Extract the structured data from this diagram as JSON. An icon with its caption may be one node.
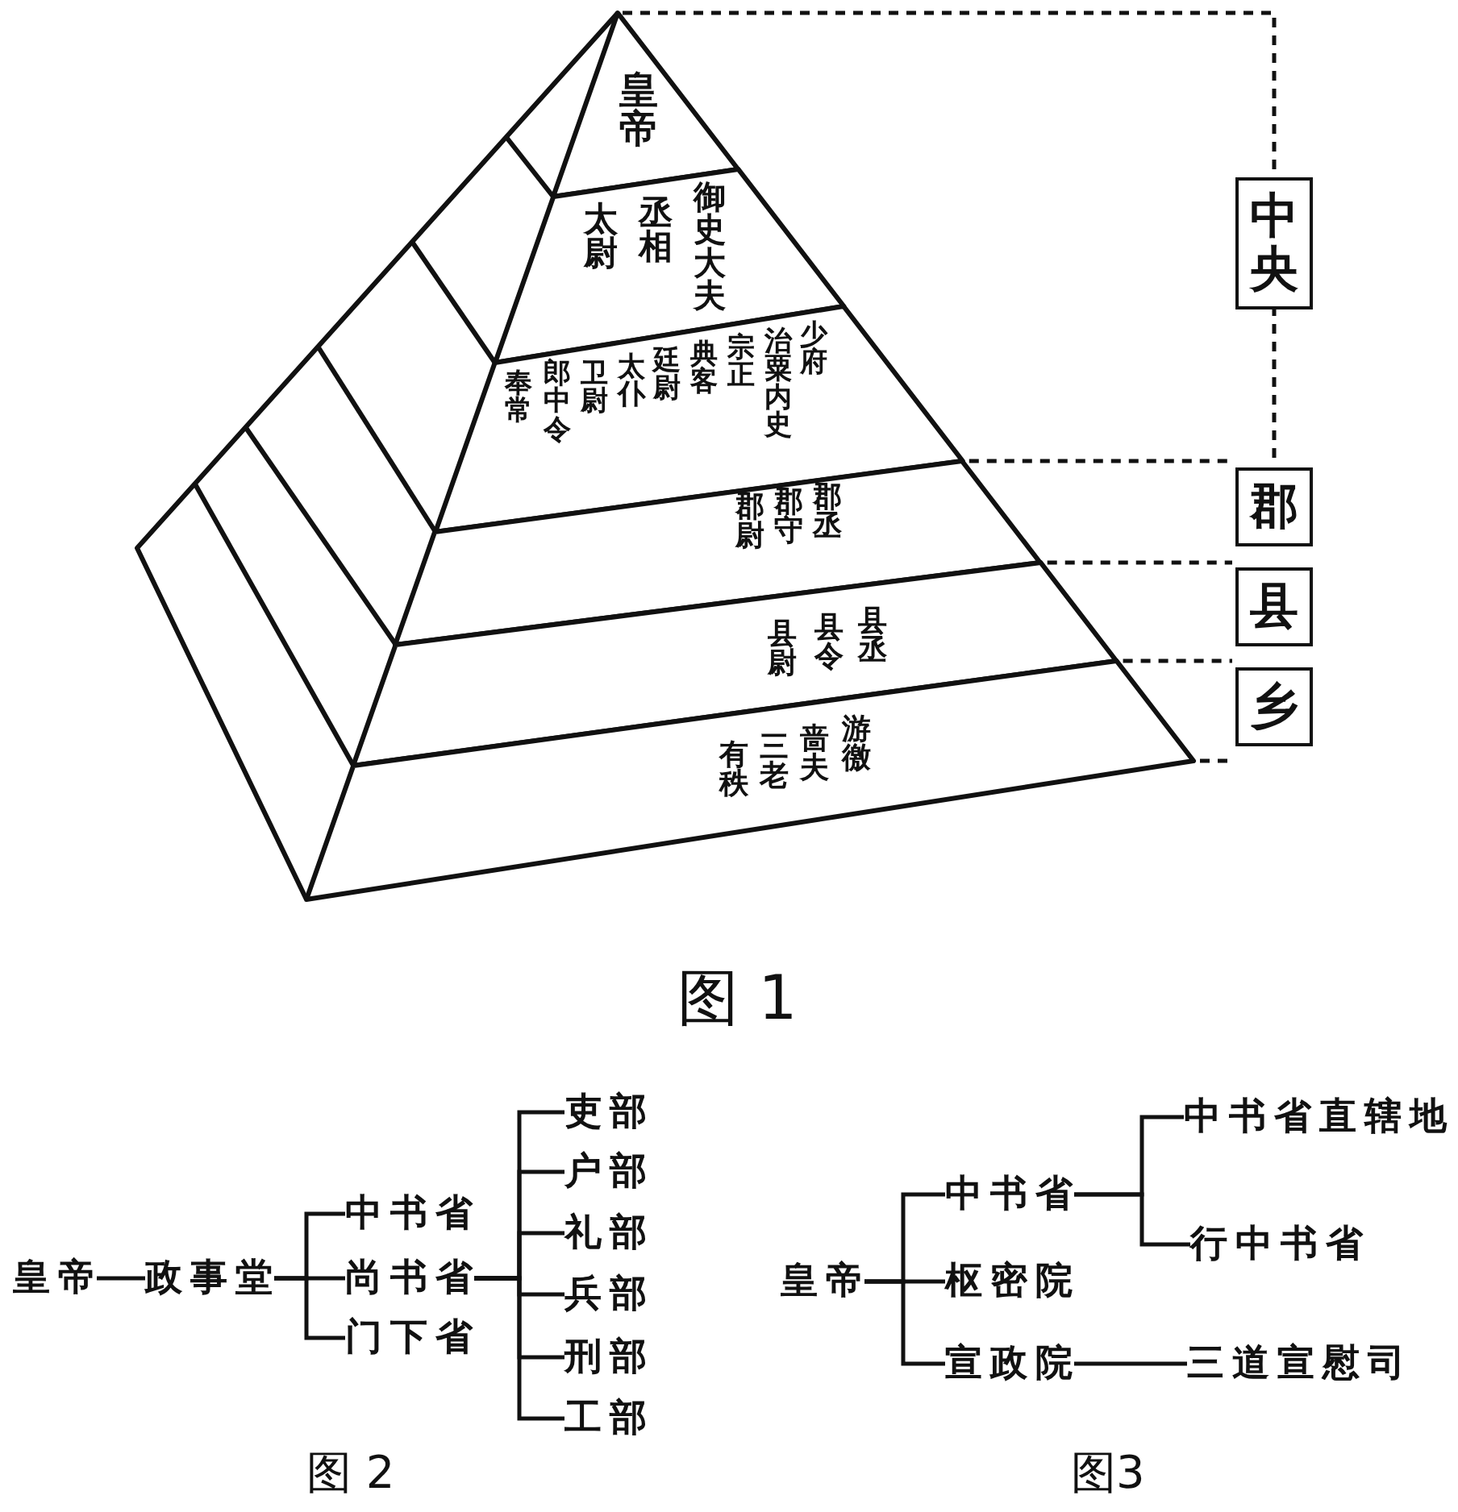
{
  "diagram": {
    "nodes": [
      {
        "text": [
          "皇帝"
        ]
      },
      {
        "text": [
          "太尉",
          "丞相",
          "御史大夫"
        ]
      },
      {
        "text": [
          "奉常",
          "郎中令",
          "卫尉",
          "太仆",
          "廷尉",
          "典客",
          "宗正",
          "治粟内史",
          "少府"
        ]
      },
      {
        "text": [
          "郡尉",
          "郡守",
          "郡丞"
        ]
      },
      {
        "text": [
          "县尉",
          "县令",
          "县丞"
        ]
      },
      {
        "text": [
          "有秩",
          "三老",
          "啬夫",
          "游徼"
        ]
      },
      {
        "text": [
          "中央"
        ]
      },
      {
        "text": [
          "郡"
        ]
      },
      {
        "text": [
          "县"
        ]
      },
      {
        "text": [
          "乡"
        ]
      },
      {
        "text": [
          "皇帝"
        ]
      },
      {
        "text": [
          "政事堂"
        ]
      },
      {
        "text": [
          "中书省"
        ]
      },
      {
        "text": [
          "尚书省"
        ]
      },
      {
        "text": [
          "门下省"
        ]
      },
      {
        "text": [
          "吏部"
        ]
      },
      {
        "text": [
          "户部"
        ]
      },
      {
        "text": [
          "礼部"
        ]
      },
      {
        "text": [
          "兵部"
        ]
      },
      {
        "text": [
          "刑部"
        ]
      },
      {
        "text": [
          "工部"
        ]
      },
      {
        "text": [
          "皇帝"
        ]
      },
      {
        "text": [
          "中书省"
        ]
      },
      {
        "text": [
          "枢密院"
        ]
      },
      {
        "text": [
          "宣政院"
        ]
      },
      {
        "text": [
          "中书省直辖地"
        ]
      },
      {
        "text": [
          "行中书省"
        ]
      },
      {
        "text": [
          "三道宣慰司"
        ]
      }
    ],
    "edges": [
      {
        "from": 10,
        "to": 11,
        "arrow": "none"
      },
      {
        "from": 11,
        "to": 12,
        "arrow": "none"
      },
      {
        "from": 11,
        "to": 13,
        "arrow": "none"
      },
      {
        "from": 11,
        "to": 14,
        "arrow": "none"
      },
      {
        "from": 13,
        "to": 15,
        "arrow": "none"
      },
      {
        "from": 13,
        "to": 16,
        "arrow": "none"
      },
      {
        "from": 13,
        "to": 17,
        "arrow": "none"
      },
      {
        "from": 13,
        "to": 18,
        "arrow": "none"
      },
      {
        "from": 13,
        "to": 19,
        "arrow": "none"
      },
      {
        "from": 13,
        "to": 20,
        "arrow": "none"
      },
      {
        "from": 21,
        "to": 22,
        "arrow": "none"
      },
      {
        "from": 21,
        "to": 23,
        "arrow": "none"
      },
      {
        "from": 21,
        "to": 24,
        "arrow": "none"
      },
      {
        "from": 22,
        "to": 25,
        "arrow": "none"
      },
      {
        "from": 22,
        "to": 26,
        "arrow": "none"
      },
      {
        "from": 24,
        "to": 27,
        "arrow": "none"
      }
    ],
    "labels": [
      "图 1",
      "图 2",
      "图3"
    ]
  }
}
